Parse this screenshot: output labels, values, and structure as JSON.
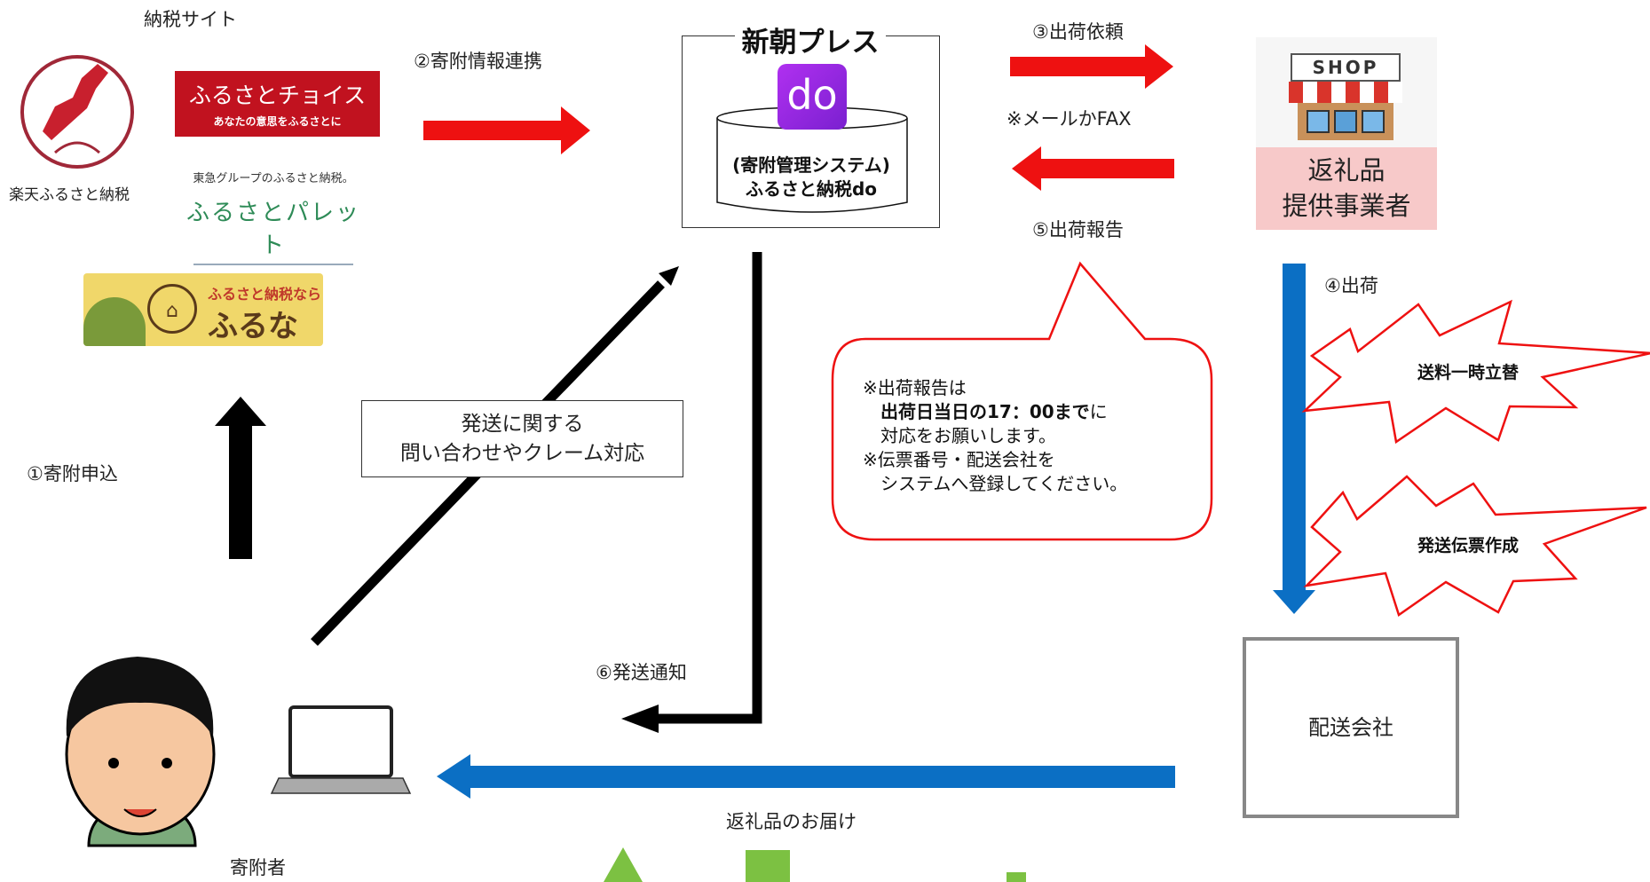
{
  "labels": {
    "nouzei_site": "納税サイト",
    "kifu_info": "②寄附情報連携",
    "shukka_irai": "③出荷依頼",
    "mail_fax": "※メールかFAX",
    "shukka_houkoku": "⑤出荷報告",
    "shukka": "④出荷",
    "kifu_moushikomi": "①寄附申込",
    "hassou_tsuchi": "⑥発送通知",
    "henreihin_otodoke": "返礼品のお届け",
    "kifusha": "寄附者"
  },
  "logos": {
    "rakuten": "楽天ふるさと納税",
    "choice_main": "ふるさとチョイス",
    "choice_sub": "あなたの意思をふるさとに",
    "palette_top": "東急グループのふるさと納税。",
    "palette_main": "ふるさとパレット",
    "furunavi_top": "ふるさと納税なら",
    "furunavi_main": "ふるなび"
  },
  "press": {
    "title": "新朝プレス",
    "app_icon": "do",
    "db_line1": "(寄附管理システム)",
    "db_line2": "ふるさと納税do"
  },
  "shop": {
    "sign": "SHOP",
    "line1": "返礼品",
    "line2": "提供事業者"
  },
  "delivery_company": "配送会社",
  "note": {
    "line1": "発送に関する",
    "line2": "問い合わせやクレーム対応"
  },
  "callout": {
    "line1": "※出荷報告は",
    "line2_bold": "出荷日当日の17：00まで",
    "line2_tail": "に",
    "line3": "対応をお願いします。",
    "line4": "※伝票番号・配送会社を",
    "line5": "システムへ登録してください。"
  },
  "bursts": {
    "postage": "送料一時立替",
    "slip": "発送伝票作成"
  },
  "colors": {
    "red_arrow": "#ee1111",
    "blue_arrow": "#0b6fc4",
    "black_arrow": "#000000",
    "callout_border": "#ee1111"
  }
}
